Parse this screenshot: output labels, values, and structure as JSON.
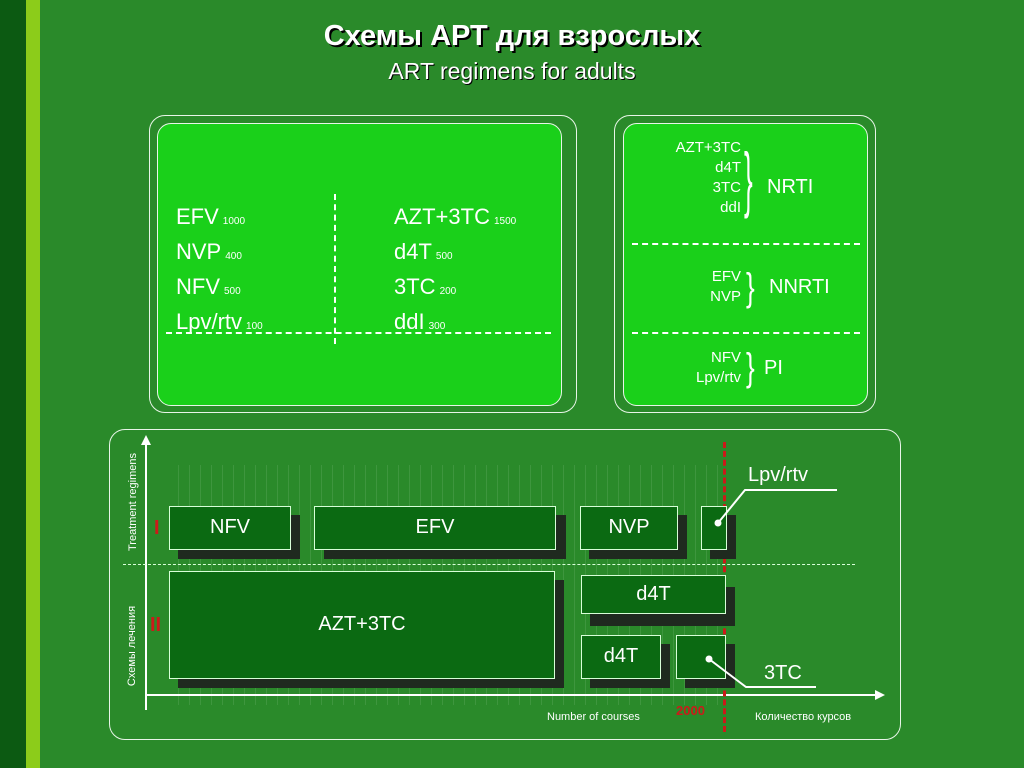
{
  "title": "Схемы АРТ для взрослых",
  "subtitle": "ART regimens for adults",
  "left_panel": {
    "col1": [
      {
        "name": "EFV",
        "dose": "1000"
      },
      {
        "name": "NVP",
        "dose": "400"
      },
      {
        "name": "NFV",
        "dose": "500"
      },
      {
        "name": "Lpv/rtv",
        "dose": "100"
      }
    ],
    "col2": [
      {
        "name": "AZT+3TC",
        "dose": "1500"
      },
      {
        "name": "d4T",
        "dose": "500"
      },
      {
        "name": "3TC",
        "dose": "200"
      },
      {
        "name": "ddI",
        "dose": "300"
      }
    ]
  },
  "right_panel": {
    "groups": [
      {
        "drugs": [
          "AZT+3TC",
          "d4T",
          "3TC",
          "ddI"
        ],
        "class": "NRTI"
      },
      {
        "drugs": [
          "EFV",
          "NVP"
        ],
        "class": "NNRTI"
      },
      {
        "drugs": [
          "NFV",
          "Lpv/rtv"
        ],
        "class": "PI"
      }
    ],
    "brace": "}"
  },
  "chart": {
    "y_label_en": "Treatment regimens",
    "y_label_ru": "Схемы лечения",
    "row_I": "I",
    "row_II": "II",
    "bars_I": [
      "NFV",
      "EFV",
      "NVP"
    ],
    "bars_II": [
      "AZT+3TC",
      "d4T",
      "d4T"
    ],
    "callout_top": "Lpv/rtv",
    "callout_bottom": "3TC",
    "x_label_en": "Number of courses",
    "x_label_ru": "Количество курсов",
    "year": "2000",
    "accent_red": "#cc1a1a"
  }
}
